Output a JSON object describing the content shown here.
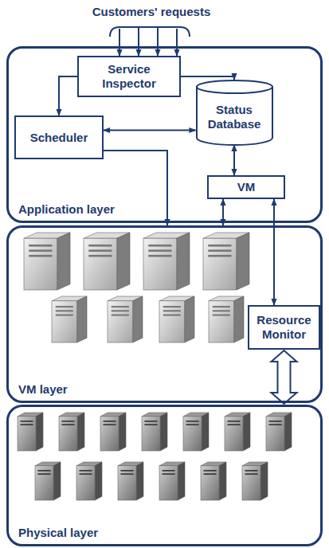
{
  "diagram": {
    "nodes": [
      {
        "text": [
          "Application layer"
        ]
      },
      {
        "text": [
          "Service Inspector"
        ],
        "in": 0
      },
      {
        "text": [
          "Status Database"
        ],
        "in": 0
      },
      {
        "text": [
          "Scheduler"
        ],
        "in": 0
      },
      {
        "text": [
          "VM"
        ],
        "in": 0
      },
      {
        "text": [
          "VM layer"
        ]
      },
      {
        "text": [
          "Resource Monitor"
        ],
        "in": 5
      },
      {
        "text": [
          "Physical layer"
        ]
      }
    ],
    "edges": [
      {
        "from": 1,
        "to": 3,
        "arrow": "to"
      },
      {
        "from": 1,
        "to": 2,
        "arrow": "to"
      },
      {
        "from": 3,
        "to": 2,
        "arrow": "both"
      },
      {
        "from": 2,
        "to": 4,
        "arrow": "both"
      },
      {
        "from": 3,
        "to": 5,
        "arrow": "to"
      },
      {
        "from": 4,
        "to": 5,
        "arrow": "both"
      },
      {
        "from": 4,
        "to": 6,
        "arrow": "both"
      },
      {
        "from": 6,
        "to": 7,
        "arrow": "both"
      }
    ],
    "labels": [
      "Customers' requests"
    ]
  }
}
